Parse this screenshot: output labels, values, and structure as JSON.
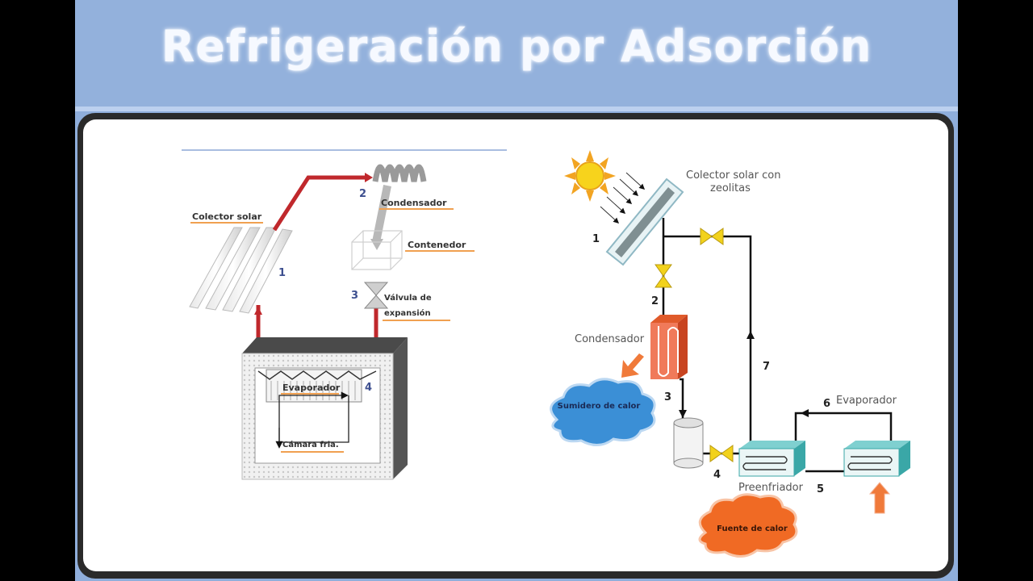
{
  "slide": {
    "title": "Refrigeración por Adsorción"
  },
  "left_diagram": {
    "labels": {
      "colector": "Colector solar",
      "condensador": "Condensador",
      "contenedor": "Contenedor",
      "valvula_line1": "Válvula de",
      "valvula_line2": "expansión",
      "evaporador": "Evaporador",
      "camara": "Cámara fria."
    },
    "numbers": [
      "1",
      "2",
      "3",
      "4"
    ]
  },
  "right_diagram": {
    "labels": {
      "colector_line1": "Colector solar con",
      "colector_line2": "zeolitas",
      "condensador": "Condensador",
      "sumidero": "Sumidero de calor",
      "evaporador": "Evaporador",
      "preenfriador": "Preenfriador",
      "fuente": "Fuente de calor"
    },
    "numbers": [
      "1",
      "2",
      "3",
      "4",
      "5",
      "6",
      "7"
    ]
  },
  "colors": {
    "pipe_red": "#c0282c",
    "valve_yellow": "#f2d21c",
    "teal": "#3aa7a7",
    "cloud_blue": "#3b8fd6",
    "cloud_orange": "#f06a24",
    "arrow_orange": "#f07a3a"
  }
}
